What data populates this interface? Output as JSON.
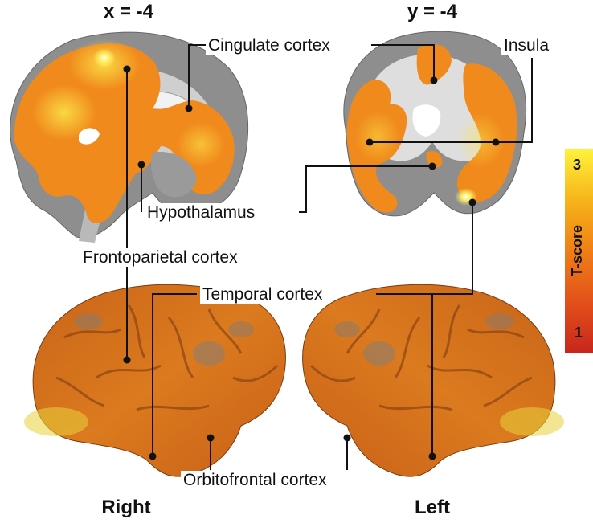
{
  "headings": {
    "sagittal": "x = -4",
    "coronal": "y = -4",
    "right": "Right",
    "left": "Left"
  },
  "labels": {
    "cingulate": "Cingulate cortex",
    "insula": "Insula",
    "hypothalamus": "Hypothalamus",
    "frontoparietal": "Frontoparietal cortex",
    "temporal": "Temporal cortex",
    "orbitofrontal": "Orbitofrontal cortex"
  },
  "colorbar": {
    "title": "T-score",
    "max_label": "3",
    "min_label": "1",
    "max": 3,
    "min": 1,
    "colors": [
      "#fff23a",
      "#f6b41a",
      "#ef7f16",
      "#e2501a",
      "#c7261c"
    ]
  },
  "colors": {
    "activation_orange": "#f08a1c",
    "activation_yellow": "#fbe64a",
    "cortex_gray": "#8e8e8e",
    "white_matter": "#dedede",
    "surface_orange": "#d6731c",
    "line": "#111111"
  }
}
